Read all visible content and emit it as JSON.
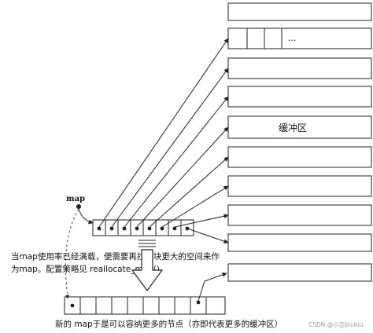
{
  "labels": {
    "map": "map",
    "ellipsis": "...",
    "buffer": "缓冲区",
    "note_line1": "当map使用率已经满载，便需要再找一块更大的空间来作",
    "note_line2": "为map。配置策略见 reallocate_map()",
    "caption": "新的 map于是可以容纳更多的节点（亦即代表更多的缓冲区）",
    "watermark": "CSDN @小恋biubiu"
  },
  "colors": {
    "stroke": "#222222",
    "text": "#111111",
    "watermark": "#9a9a9a",
    "background": "#ffffff"
  },
  "icons": {
    "map_pointer": "filled-dot-with-curved-arrow",
    "transition": "hollow-down-arrow"
  }
}
